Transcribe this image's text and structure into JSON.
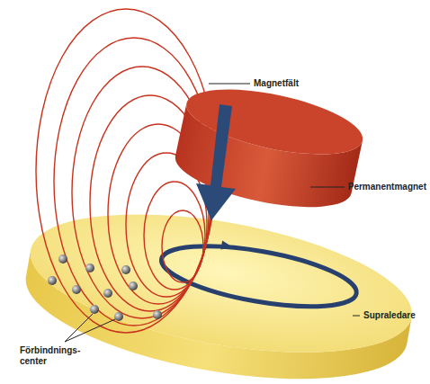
{
  "diagram": {
    "labels": [
      "Magnetfält",
      "Permanentmagnet",
      "Supraledare",
      "Förbindnings- center"
    ]
  }
}
